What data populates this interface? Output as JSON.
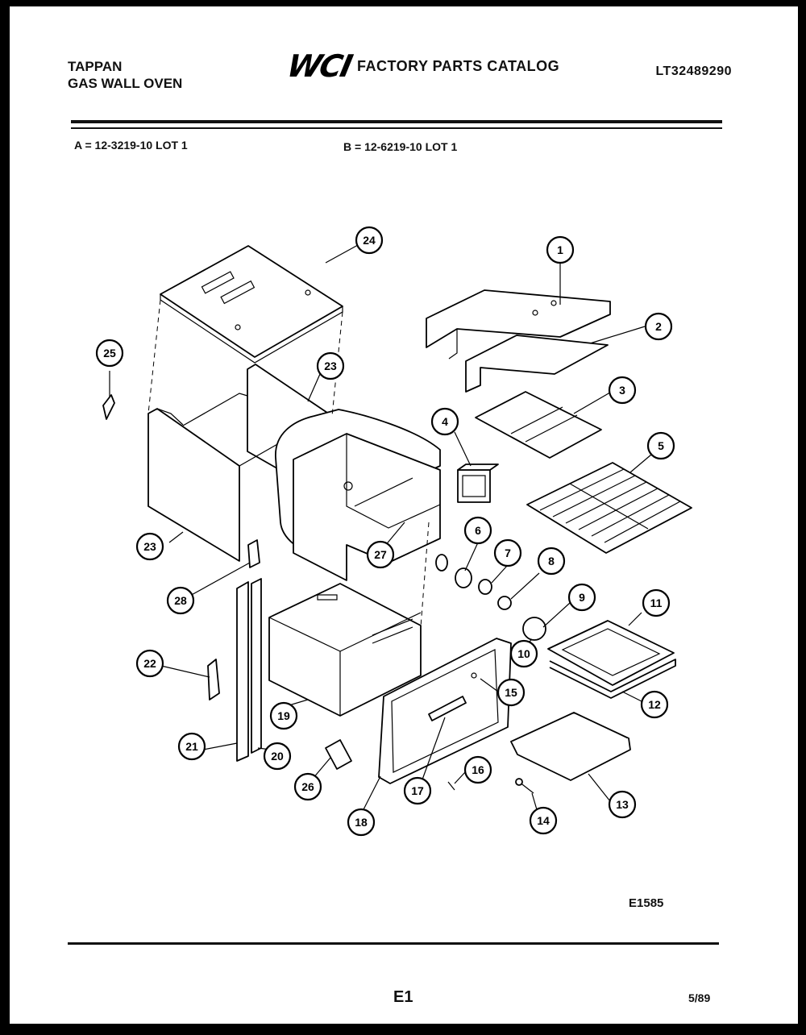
{
  "header": {
    "brand_line1": "TAPPAN",
    "brand_line2": "GAS WALL OVEN",
    "logo_text": "WCI",
    "catalog_title": "FACTORY PARTS CATALOG",
    "catalog_number": "LT32489290"
  },
  "models": {
    "a": "A = 12-3219-10 LOT 1",
    "b": "B = 12-6219-10 LOT 1"
  },
  "diagram": {
    "callouts": [
      "1",
      "2",
      "3",
      "4",
      "5",
      "6",
      "7",
      "8",
      "9",
      "10",
      "11",
      "12",
      "13",
      "14",
      "15",
      "16",
      "17",
      "18",
      "19",
      "20",
      "21",
      "22",
      "23",
      "23",
      "24",
      "25",
      "26",
      "27",
      "28"
    ]
  },
  "footer": {
    "figure_code": "E1585",
    "page_number": "E1",
    "date": "5/89"
  },
  "colors": {
    "ink": "#000000",
    "paper": "#ffffff",
    "frame": "#000000"
  }
}
